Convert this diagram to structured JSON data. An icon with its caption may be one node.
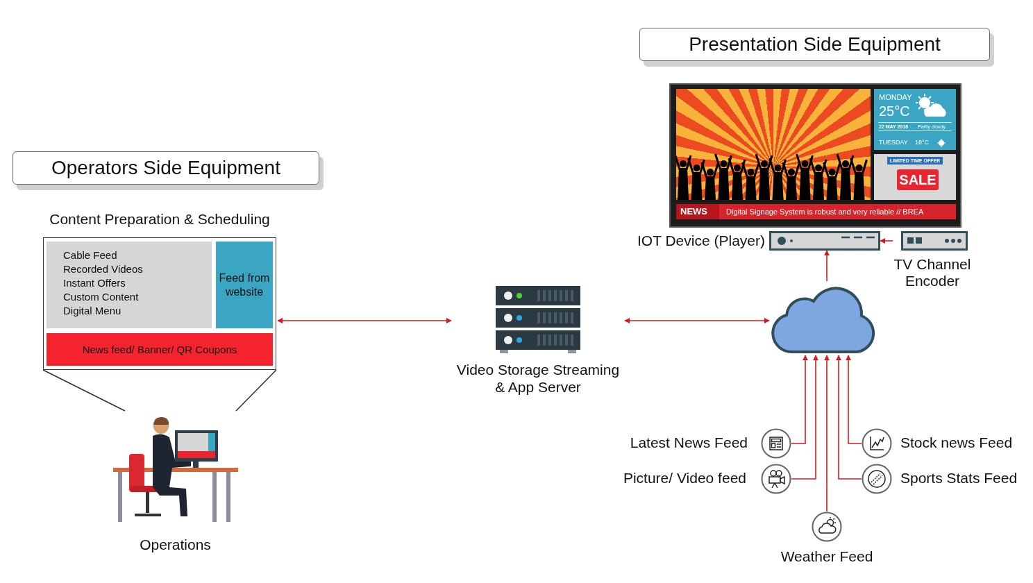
{
  "diagram": {
    "nodes": [
      {
        "text": [
          "Operators Side Equipment"
        ]
      },
      {
        "text": [
          "Presentation Side Equipment"
        ]
      },
      {
        "text": [
          "Content Preparation & Scheduling"
        ]
      },
      {
        "text": [
          "Cable Feed",
          "Recorded Videos",
          "Instant Offers",
          "Custom Content",
          "Digital Menu"
        ],
        "in": 2
      },
      {
        "text": [
          "Feed from website"
        ],
        "in": 2
      },
      {
        "text": [
          "News feed/ Banner/ QR Coupons"
        ],
        "in": 2
      },
      {
        "text": [
          "Operations"
        ]
      },
      {
        "text": [
          "Video Storage Streaming & App Server"
        ]
      },
      {
        "text": [],
        "shape": "cloud"
      },
      {
        "text": [
          "MONDAY",
          "25°C",
          "22 MAY 2016",
          "Partly cloudy",
          "TUESDAY",
          "18°C",
          "LIMITED TIME OFFER",
          "SALE",
          "NEWS",
          "Digital Signage System is robust and very reliable // BREA"
        ]
      },
      {
        "text": [
          "IOT Device (Player)"
        ]
      },
      {
        "text": [
          "TV Channel Encoder"
        ]
      },
      {
        "text": [
          "Latest News Feed"
        ]
      },
      {
        "text": [
          "Picture/ Video feed"
        ]
      },
      {
        "text": [
          "Stock news Feed"
        ]
      },
      {
        "text": [
          "Sports Stats Feed"
        ]
      },
      {
        "text": [
          "Weather Feed"
        ]
      }
    ],
    "edges": [
      {
        "from": 2,
        "to": 7,
        "arrow": "both"
      },
      {
        "from": 7,
        "to": 8,
        "arrow": "both"
      },
      {
        "from": 8,
        "to": 10,
        "arrow": "to"
      },
      {
        "from": 11,
        "to": 10,
        "arrow": "to"
      },
      {
        "from": 12,
        "to": 8,
        "arrow": "to"
      },
      {
        "from": 13,
        "to": 8,
        "arrow": "to"
      },
      {
        "from": 16,
        "to": 8,
        "arrow": "to"
      },
      {
        "from": 15,
        "to": 8,
        "arrow": "to"
      },
      {
        "from": 14,
        "to": 8,
        "arrow": "to"
      },
      {
        "from": 2,
        "to": 6,
        "arrow": "none",
        "color": "#333333"
      },
      {
        "from": 2,
        "to": 6,
        "arrow": "none",
        "color": "#333333"
      }
    ]
  }
}
